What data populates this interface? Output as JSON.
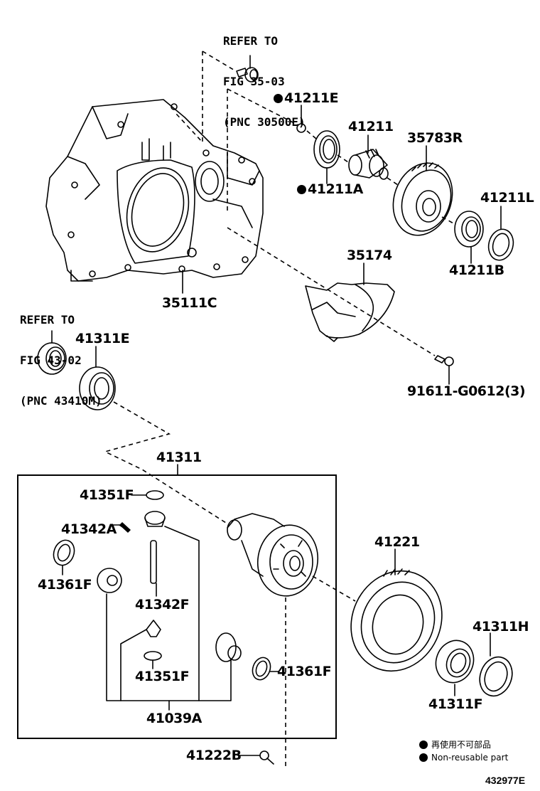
{
  "diagram": {
    "figure_code": "432977E",
    "references": {
      "top": {
        "line1": "REFER TO",
        "line2": "FIG 35-03",
        "line3": "(PNC 30500E)"
      },
      "left": {
        "line1": "REFER TO",
        "line2": "FIG 43-02",
        "line3": "(PNC 43410M)"
      }
    },
    "parts": {
      "p41211E": {
        "label": "41211E",
        "non_reusable": true
      },
      "p41211": {
        "label": "41211",
        "non_reusable": false
      },
      "p35783R": {
        "label": "35783R",
        "non_reusable": false
      },
      "p41211A": {
        "label": "41211A",
        "non_reusable": true
      },
      "p41211L": {
        "label": "41211L",
        "non_reusable": false
      },
      "p41211B": {
        "label": "41211B",
        "non_reusable": false
      },
      "p35111C": {
        "label": "35111C",
        "non_reusable": false
      },
      "p35174": {
        "label": "35174",
        "non_reusable": false
      },
      "p91611": {
        "label": "91611-G0612(3)",
        "non_reusable": false
      },
      "p41311E": {
        "label": "41311E",
        "non_reusable": false
      },
      "p41311": {
        "label": "41311",
        "non_reusable": false
      },
      "p41351F_top": {
        "label": "41351F",
        "non_reusable": false
      },
      "p41342A": {
        "label": "41342A",
        "non_reusable": false
      },
      "p41361F_left": {
        "label": "41361F",
        "non_reusable": false
      },
      "p41342F": {
        "label": "41342F",
        "non_reusable": false
      },
      "p41351F_bottom": {
        "label": "41351F",
        "non_reusable": false
      },
      "p41361F_right": {
        "label": "41361F",
        "non_reusable": false
      },
      "p41039A": {
        "label": "41039A",
        "non_reusable": false
      },
      "p41221": {
        "label": "41221",
        "non_reusable": false
      },
      "p41311H": {
        "label": "41311H",
        "non_reusable": false
      },
      "p41311F": {
        "label": "41311F",
        "non_reusable": false
      },
      "p41222B": {
        "label": "41222B",
        "non_reusable": false
      }
    },
    "legend": {
      "japanese": "再使用不可部品",
      "english": "Non-reusable part"
    }
  }
}
